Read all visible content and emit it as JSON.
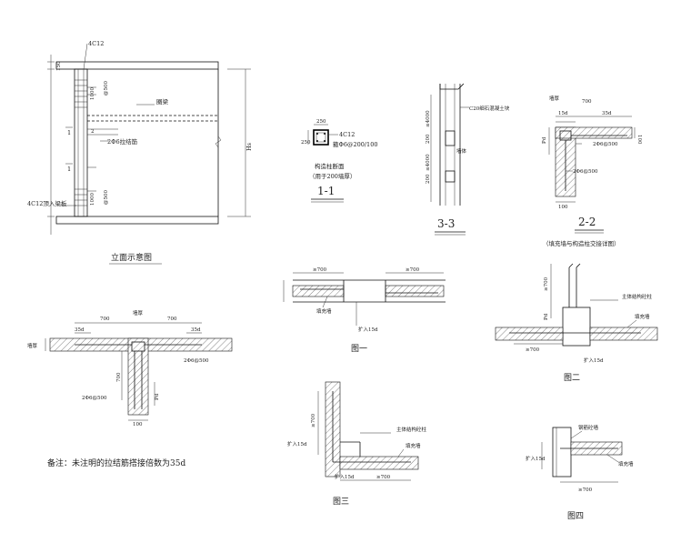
{
  "elevation": {
    "title": "立面示意图",
    "top_rebar": "4C12",
    "bottom_rebar": "4C12顶入梁板",
    "beam_label": "圈梁",
    "tie_label": "2Φ6拉结筋",
    "dim_top_left": "150",
    "dim_1000_top": "1000",
    "dim_500_top": "@500",
    "dim_1000_bottom": "1000",
    "dim_500_bottom": "@500",
    "height_label": "Hs",
    "section_mark": "1",
    "section_mark_2": "2"
  },
  "sec11": {
    "width": "250",
    "height": "250",
    "rebar": "4C12",
    "stirrup": "箍Φ6@200/100",
    "note_line1": "构造柱断面",
    "note_line2": "（用于200墙厚）",
    "title": "1-1"
  },
  "sec33": {
    "beam_label": "C20细石混凝土块",
    "wall_label": "墙体",
    "dim_top": "≤4000",
    "dim_200a": "200",
    "dim_mid": "≤4000",
    "dim_200b": "200",
    "title": "3-3"
  },
  "sec22": {
    "wall_thick": "墙厚",
    "dim_700": "700",
    "dim_15d": "15d",
    "dim_35d": "35d",
    "dim_100": "100",
    "rebar_right": "2Φ6@500",
    "rebar_down": "2Φ6@500",
    "dim_pd": "Pd",
    "dim_bottom": "100",
    "title": "2-2",
    "caption": "（填充墙与构造柱交接详图）"
  },
  "plan_t": {
    "wall_thick": "墙厚",
    "dim_left": "700",
    "dim_right": "700",
    "dim_35d_l": "35d",
    "dim_35d_r": "35d",
    "rebar_h": "2Φ6@500",
    "rebar_v": "2Φ6@500",
    "dim_700v": "700",
    "dim_pd": "Pd",
    "dim_100": "100",
    "left_label": "墙厚"
  },
  "note": "备注：未注明的拉结筋搭接倍数为35d",
  "fig1": {
    "dim_l": "≥700",
    "dim_r": "≥700",
    "wall_label": "填充墙",
    "anchor": "扩入15d",
    "title": "图一"
  },
  "fig2": {
    "col_label": "主体结构砼柱",
    "wall_label": "填充墙",
    "dim_v": "≥700",
    "dim_pd": "Pd",
    "dim_h": "≥700",
    "anchor": "扩入15d",
    "title": "图二"
  },
  "fig3": {
    "col_label": "主体结构砼柱",
    "wall_label": "填充墙",
    "dim_v": "≥700",
    "anchor_v": "扩入15d",
    "anchor_h": "扩入15d",
    "dim_h": "≥700",
    "title": "图三"
  },
  "fig4": {
    "col_label": "钢筋砼墙",
    "wall_label": "填充墙",
    "anchor": "扩入15d",
    "dim_h": "≥700",
    "title": "图四"
  }
}
